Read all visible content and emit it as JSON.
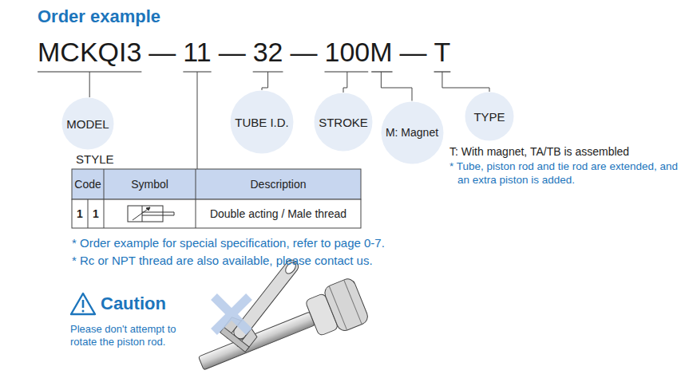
{
  "diagram": {
    "title": "Order example",
    "nodes": [
      {
        "text": [
          "MODEL"
        ]
      },
      {
        "text": [
          "TUBE I.D."
        ]
      },
      {
        "text": [
          "STROKE"
        ]
      },
      {
        "text": [
          "M: Magnet"
        ]
      },
      {
        "text": [
          "TYPE"
        ]
      }
    ],
    "labels": [
      "MCKQI3",
      "—",
      "11",
      "—",
      "32",
      "—",
      "100M",
      "—",
      "T",
      "STYLE",
      "Code",
      "Symbol",
      "Description",
      "1",
      "1",
      "Double acting / Male thread",
      "* Order example for special specification, refer to page 0-7.",
      "* Rc or NPT thread are also available, please contact us.",
      "T: With magnet, TA/TB is assembled",
      "* Tube, piston rod and tie rod are extended, and an extra piston is added.",
      "Caution",
      "Please don't attempt to rotate the piston rod."
    ]
  }
}
